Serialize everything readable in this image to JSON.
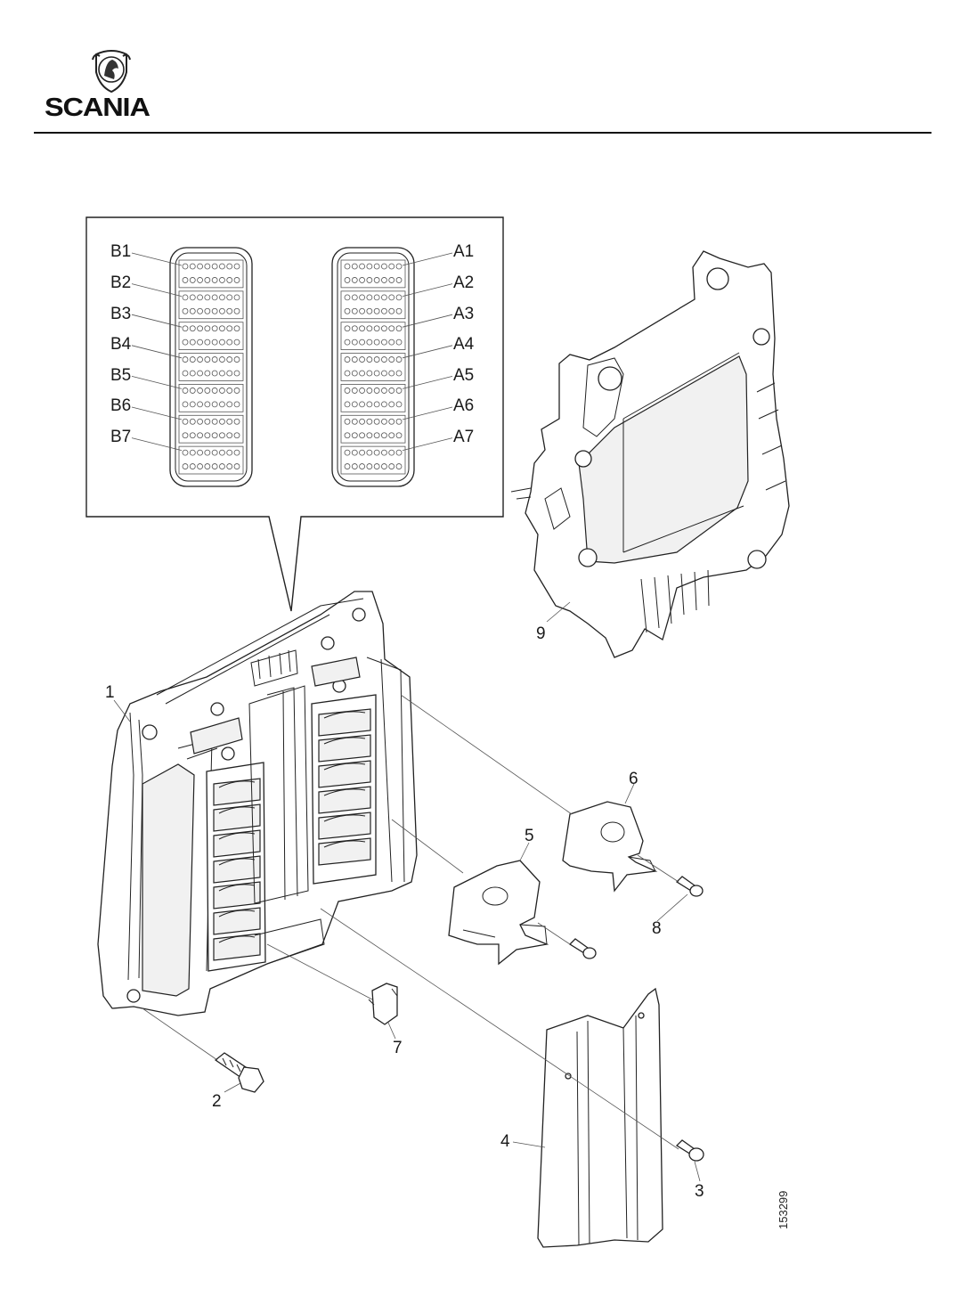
{
  "header": {
    "brand": "SCANIA",
    "logo_icon": "scania-griffin-emblem"
  },
  "figure_id": "153299",
  "connector_detail": {
    "left_labels": [
      "B1",
      "B2",
      "B3",
      "B4",
      "B5",
      "B6",
      "B7"
    ],
    "right_labels": [
      "A1",
      "A2",
      "A3",
      "A4",
      "A5",
      "A6",
      "A7"
    ]
  },
  "part_numbers": {
    "control_unit": "1",
    "bolt": "2",
    "screw": "3",
    "cover": "4",
    "clamp_5": "5",
    "clamp_6": "6",
    "clip": "7",
    "screw_8": "8",
    "bracket": "9"
  }
}
